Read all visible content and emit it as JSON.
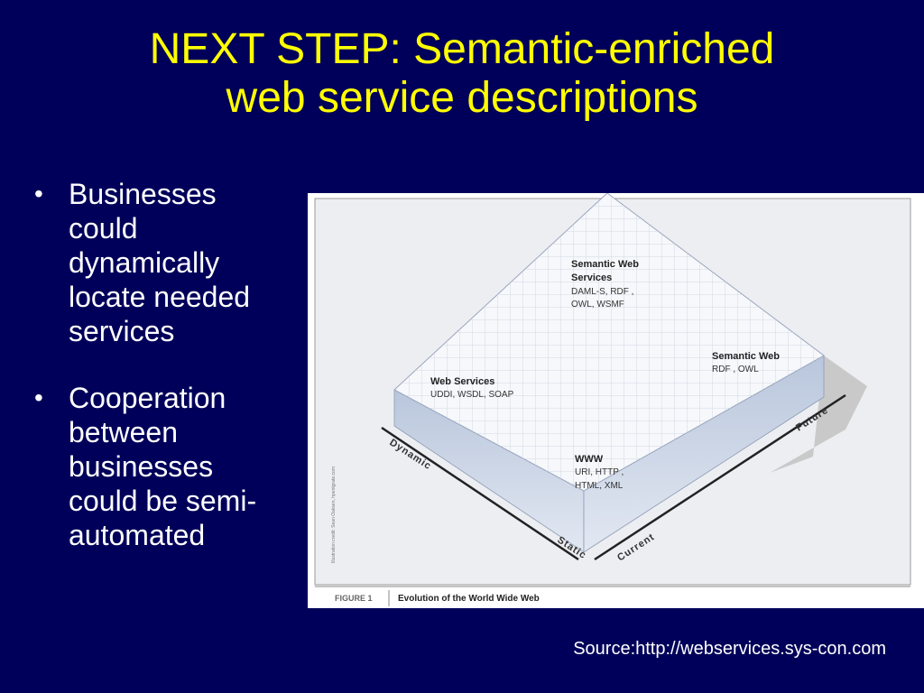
{
  "title": {
    "line1": "NEXT STEP: Semantic-enriched",
    "line2": "web service descriptions"
  },
  "bullets": [
    {
      "lines": [
        "Businesses",
        "could",
        "dynamically",
        "locate needed",
        "services"
      ]
    },
    {
      "lines": [
        "Cooperation",
        "between",
        "businesses",
        "could be semi-",
        "automated"
      ]
    }
  ],
  "figure": {
    "labels": {
      "semantic_web_services": {
        "title1": "Semantic Web",
        "title2": "Services",
        "tech1": "DAML-S, RDF ,",
        "tech2": "OWL, WSMF"
      },
      "semantic_web": {
        "title": "Semantic Web",
        "tech": "RDF , OWL"
      },
      "web_services": {
        "title": "Web Services",
        "tech": "UDDI, WSDL, SOAP"
      },
      "www": {
        "title": "WWW",
        "tech1": "URI, HTTP ,",
        "tech2": "HTML, XML"
      }
    },
    "axes": {
      "dynamic": "Dynamic",
      "static": "Static",
      "current": "Current",
      "future": "Future"
    },
    "credit": "Illustration credit: Sean Oaksen, hpentgrate.com",
    "caption_number": "FIGURE 1",
    "caption_text": "Evolution of the World Wide Web"
  },
  "source": "Source:http://webservices.sys-con.com",
  "colors": {
    "background": "#00005a",
    "title": "#ffff00",
    "body_text": "#ffffff"
  }
}
